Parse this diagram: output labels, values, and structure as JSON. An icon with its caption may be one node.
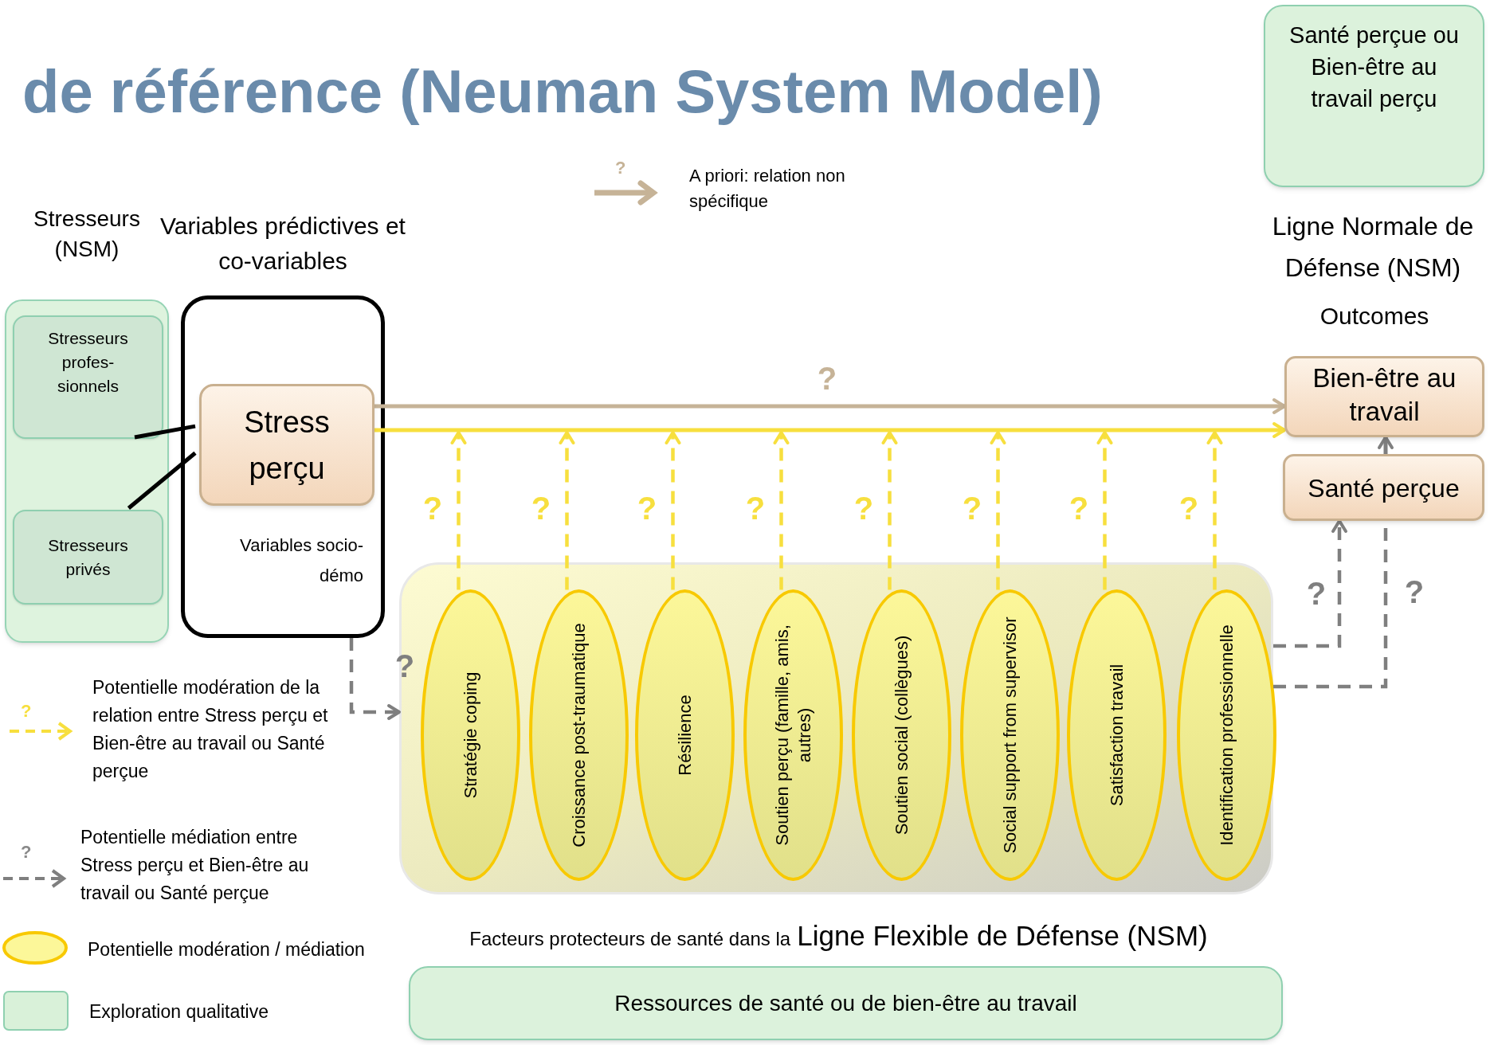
{
  "diagram": {
    "title": "de référence (Neuman System Model)",
    "nodes": [
      {
        "text": [
          "Stresseurs (NSM)"
        ]
      },
      {
        "text": [
          "Stresseurs profes- sionnels"
        ],
        "in": 0
      },
      {
        "text": [
          "Stresseurs privés"
        ],
        "in": 0
      },
      {
        "text": [
          "Variables prédictives et co-variables",
          "Variables socio-démo"
        ]
      },
      {
        "text": [
          "Stress perçu"
        ],
        "in": 3
      },
      {
        "text": [
          "Santé perçue ou Bien-être au travail perçu"
        ]
      },
      {
        "text": [
          "Bien-être au travail"
        ]
      },
      {
        "text": [
          "Santé perçue"
        ]
      },
      {
        "text": [
          "Facteurs protecteurs de santé dans la",
          "Ligne Flexible de Défense (NSM)"
        ]
      },
      {
        "text": [
          "Stratégie coping"
        ],
        "in": 8
      },
      {
        "text": [
          "Croissance post-traumatique"
        ],
        "in": 8
      },
      {
        "text": [
          "Résilience"
        ],
        "in": 8
      },
      {
        "text": [
          "Soutien perçu (famille, amis, autres)"
        ],
        "in": 8
      },
      {
        "text": [
          "Soutien social (collègues)"
        ],
        "in": 8
      },
      {
        "text": [
          "Social support from supervisor"
        ],
        "in": 8
      },
      {
        "text": [
          "Satisfaction travail"
        ],
        "in": 8
      },
      {
        "text": [
          "Identification professionnelle"
        ],
        "in": 8
      },
      {
        "text": [
          "Ressources de santé ou de bien-être au travail"
        ]
      }
    ],
    "edges": [
      {
        "from": 1,
        "to": 4,
        "arrow": "none",
        "color": "#000000"
      },
      {
        "from": 2,
        "to": 4,
        "arrow": "none",
        "color": "#000000"
      },
      {
        "from": 4,
        "to": 6,
        "arrow": "to",
        "label": "?",
        "color": "#c6b397"
      },
      {
        "from": 4,
        "to": 6,
        "arrow": "to",
        "color": "#f7df3e"
      },
      {
        "from": 9,
        "to": null,
        "arrow": "to",
        "label": "?",
        "style": "dashed",
        "color": "#f7df3e"
      },
      {
        "from": 10,
        "to": null,
        "arrow": "to",
        "label": "?",
        "style": "dashed",
        "color": "#f7df3e"
      },
      {
        "from": 11,
        "to": null,
        "arrow": "to",
        "label": "?",
        "style": "dashed",
        "color": "#f7df3e"
      },
      {
        "from": 12,
        "to": null,
        "arrow": "to",
        "label": "?",
        "style": "dashed",
        "color": "#f7df3e"
      },
      {
        "from": 13,
        "to": null,
        "arrow": "to",
        "label": "?",
        "style": "dashed",
        "color": "#f7df3e"
      },
      {
        "from": 14,
        "to": null,
        "arrow": "to",
        "label": "?",
        "style": "dashed",
        "color": "#f7df3e"
      },
      {
        "from": 15,
        "to": null,
        "arrow": "to",
        "label": "?",
        "style": "dashed",
        "color": "#f7df3e"
      },
      {
        "from": 16,
        "to": null,
        "arrow": "to",
        "label": "?",
        "style": "dashed",
        "color": "#f7df3e"
      },
      {
        "from": 3,
        "to": 8,
        "arrow": "to",
        "label": "?",
        "style": "dashed",
        "color": "#7f7f7f"
      },
      {
        "from": 8,
        "to": 7,
        "arrow": "to",
        "label": "?",
        "style": "dashed",
        "color": "#7f7f7f"
      },
      {
        "from": 8,
        "to": 7,
        "arrow": "none",
        "label": "?",
        "style": "dashed",
        "color": "#7f7f7f"
      },
      {
        "from": 7,
        "to": 6,
        "arrow": "to",
        "color": "#7f7f7f"
      }
    ],
    "labels": [
      "?",
      "Ligne Normale de Défense (NSM)",
      "Outcomes",
      "?",
      "?"
    ],
    "legend": [
      {
        "text": "A priori: relation non spécifique"
      },
      {
        "text": "Potentielle modération de la relation entre Stress perçu et Bien-être au travail ou Santé perçue"
      },
      {
        "text": "Potentielle médiation entre Stress perçu et Bien-être au travail ou Santé perçue"
      },
      {
        "text": "Potentielle modération / médiation",
        "color": "#fcf799"
      },
      {
        "text": "Exploration qualitative",
        "color": "#d9f1d9"
      }
    ]
  }
}
